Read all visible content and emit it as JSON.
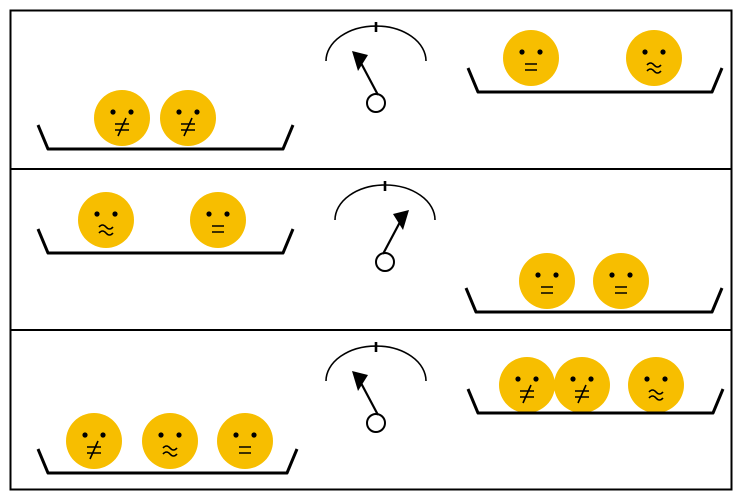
{
  "colors": {
    "face_fill": "#F7BE00",
    "ink": "#000000",
    "panel_border": "#000000",
    "background": "#FFFFFF"
  },
  "rows": [
    {
      "left_pan": {
        "position": "low",
        "faces": [
          "not-equal",
          "not-equal"
        ]
      },
      "right_pan": {
        "position": "high",
        "faces": [
          "equal",
          "approx"
        ]
      },
      "dial_arrow": "points-left"
    },
    {
      "left_pan": {
        "position": "high",
        "faces": [
          "approx",
          "equal"
        ]
      },
      "right_pan": {
        "position": "low",
        "faces": [
          "equal",
          "equal"
        ]
      },
      "dial_arrow": "points-right"
    },
    {
      "left_pan": {
        "position": "low",
        "faces": [
          "not-equal",
          "approx",
          "equal"
        ]
      },
      "right_pan": {
        "position": "high",
        "faces": [
          "not-equal",
          "not-equal",
          "approx"
        ]
      },
      "dial_arrow": "points-left"
    }
  ],
  "icons": {
    "face": "smiley-face-icon",
    "pan": "balance-pan-icon",
    "dial": "dial-gauge-icon",
    "arrow": "dial-arrow-icon"
  }
}
